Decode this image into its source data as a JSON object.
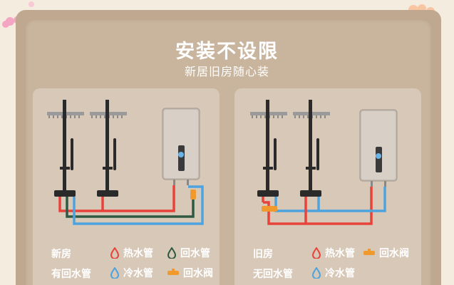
{
  "header": {
    "title": "安装不设限",
    "subtitle": "新居旧房随心装"
  },
  "colors": {
    "hot": "#e8433a",
    "cold": "#4da3de",
    "return": "#2e5a43",
    "valve": "#f09a2e",
    "card": "#bfa88f"
  },
  "left_panel": {
    "line1": "新房",
    "line2": "有回水管",
    "legend": {
      "hot": "热水管",
      "return": "回水管",
      "cold": "冷水管",
      "valve": "回水阀"
    }
  },
  "right_panel": {
    "line1": "旧房",
    "line2": "无回水管",
    "legend": {
      "hot": "热水管",
      "valve": "回水阀",
      "cold": "冷水管"
    }
  }
}
